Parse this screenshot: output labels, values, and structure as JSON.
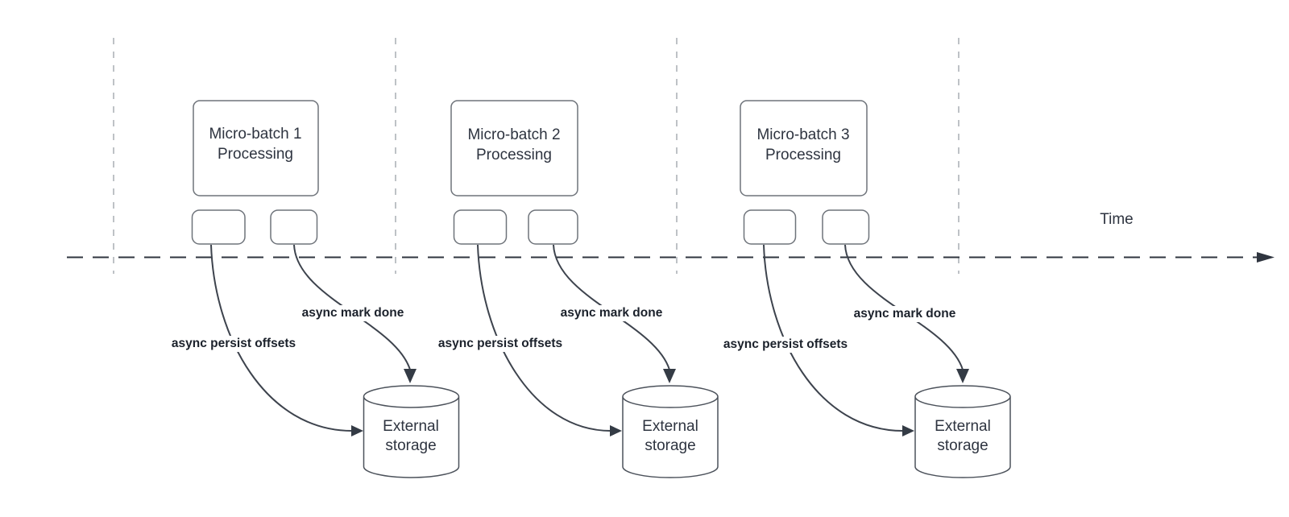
{
  "time_axis": {
    "label": "Time"
  },
  "groups": [
    {
      "processing_label": "Micro-batch 1 Processing",
      "persist_label": "async persist offsets",
      "mark_label": "async mark done",
      "storage_label": "External storage"
    },
    {
      "processing_label": "Micro-batch 2 Processing",
      "persist_label": "async persist offsets",
      "mark_label": "async mark done",
      "storage_label": "External storage"
    },
    {
      "processing_label": "Micro-batch 3 Processing",
      "persist_label": "async persist offsets",
      "mark_label": "async mark done",
      "storage_label": "External storage"
    }
  ],
  "colors": {
    "background": "#ffffff",
    "curve_stroke": "#3d434d",
    "arrow_fill": "#343b45",
    "box_border": "#6e737a",
    "cylinder_border": "#4c525b",
    "gridline": "#a9aeb4",
    "timeline": "#2f353f",
    "text_primary": "#2e3440",
    "label_bold_text": "#1b212b"
  }
}
